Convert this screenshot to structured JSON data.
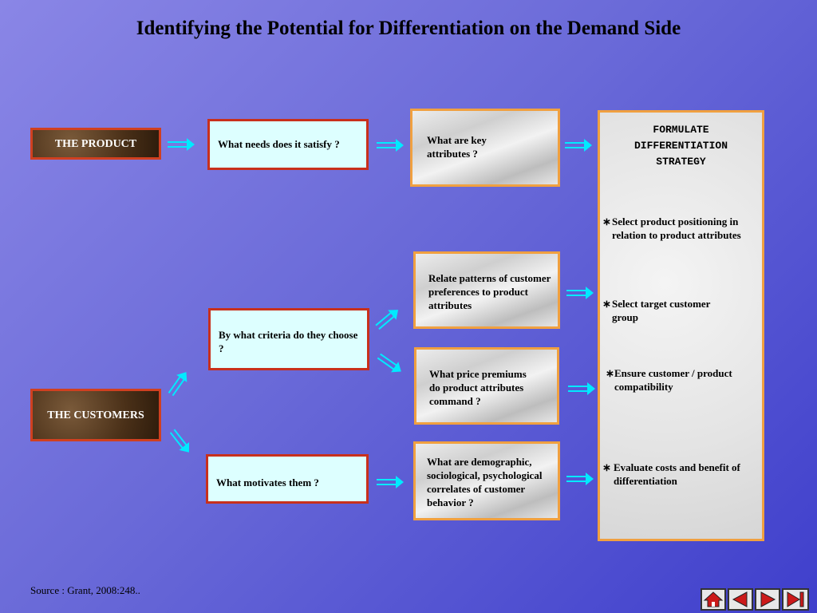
{
  "title": "Identifying the Potential for Differentiation on the Demand Side",
  "product_box": "THE  PRODUCT",
  "customers_box": "THE  CUSTOMERS",
  "q_needs": "What needs does it  satisfy ?",
  "q_criteria": "By what criteria do they choose ?",
  "q_motivates": "What  motivates them ?",
  "a_attributes": "What are key attributes ?",
  "a_patterns": "Relate  patterns of customer  preferences to product attributes",
  "a_premiums": "What  price premiums do product attributes command ?",
  "a_demographic": "What are  demographic, sociological, psychological correlates of customer behavior ?",
  "strategy": {
    "heading_l1": "FORMULATE",
    "heading_l2": "DIFFERENTIATION",
    "heading_l3": "STRATEGY",
    "bullet_marker": "∗",
    "b1": "Select product positioning in relation to product attributes",
    "b2": "Select target customer group",
    "b3": "Ensure customer / product compatibility",
    "b4": "Evaluate costs and benefit of differentiation"
  },
  "source": "Source : Grant, 2008:248..",
  "nav": {
    "icons": [
      "home-icon",
      "previous-icon",
      "next-icon",
      "end-icon"
    ],
    "arrow_color": "#00f0ff",
    "nav_red": "#cc1a1a"
  }
}
